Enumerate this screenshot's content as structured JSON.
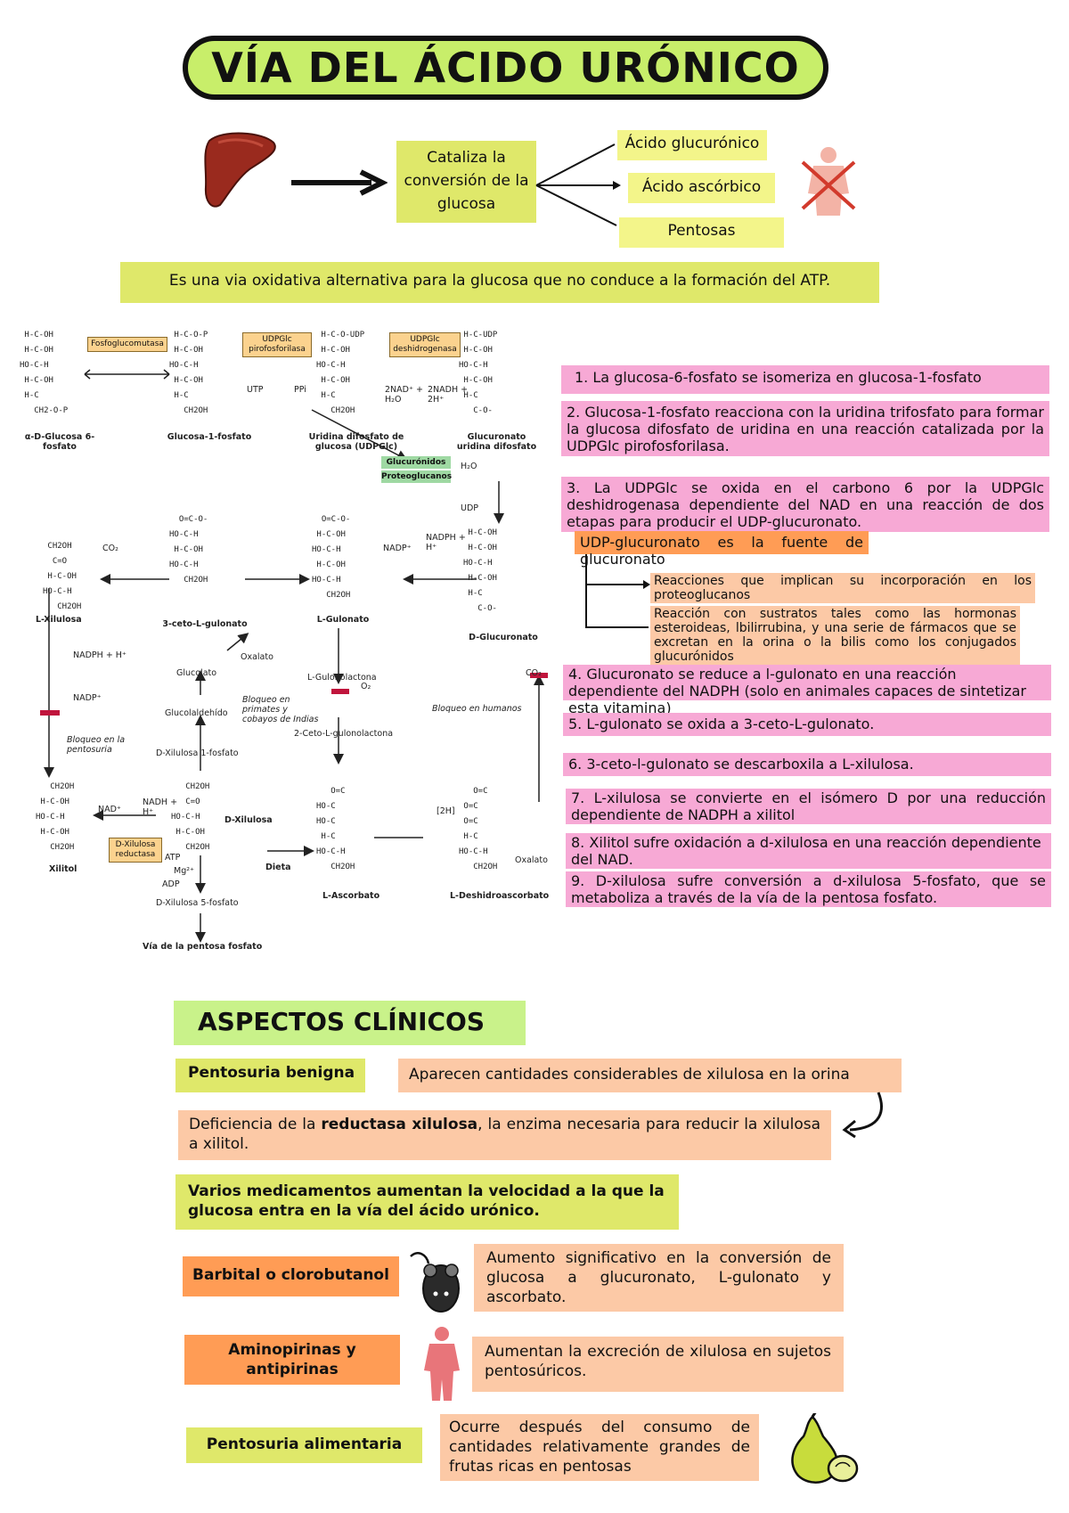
{
  "title": "VÍA DEL ÁCIDO URÓNICO",
  "intro": {
    "catalyzes": "Cataliza la conversión de la glucosa",
    "products": [
      "Ácido glucurónico",
      "Ácido ascórbico",
      "Pentosas"
    ],
    "summary": "Es una via oxidativa alternativa para la glucosa que no conduce a la formación del ATP."
  },
  "diagram": {
    "compounds": {
      "g6p": "α-D-Glucosa 6-fosfato",
      "g1p": "Glucosa-1-fosfato",
      "udpglc": "Uridina difosfato de glucosa (UDPGlc)",
      "glucuronato_udp": "Glucuronato uridina difosfato",
      "glucuronato": "D-Glucuronato",
      "gulonato": "L-Gulonato",
      "cetogulonato": "3-ceto-L-gulonato",
      "xilulosa_l": "L-Xilulosa",
      "xilitol": "Xilitol",
      "xilulosa_d": "D-Xilulosa",
      "xilulosa5p": "D-Xilulosa 5-fosfato",
      "pentosa": "Vía de la pentosa fosfato",
      "xilulosa1p": "D-Xilulosa 1-fosfato",
      "glucolaldehido": "Glucolaldehído",
      "glucolato": "Glucolato",
      "oxalato": "Oxalato",
      "gulonolactona": "L-Gulonolactona",
      "cetogulonolactona": "2-Ceto-L-gulonolactona",
      "ascorbato": "L-Ascorbato",
      "deshidroascorbato": "L-Deshidroascorbato",
      "oxalato2": "Oxalato",
      "dieta": "Dieta"
    },
    "enzymes": {
      "fosfoglucomutasa": "Fosfoglucomutasa",
      "pirofosforilasa": "UDPGlc pirofosforilasa",
      "deshidrogenasa": "UDPGlc deshidrogenasa",
      "reductasa": "D-Xilulosa reductasa"
    },
    "boxes": {
      "glucuronidos": "Glucurónidos",
      "proteoglucanos": "Proteoglucanos"
    },
    "cofactors": {
      "utp": "UTP",
      "ppi": "PPi",
      "nad2": "2NAD⁺ + H₂O",
      "nadh2": "2NADH + 2H⁺",
      "h2o": "H₂O",
      "udp": "UDP",
      "nadph": "NADPH + H⁺",
      "nadp": "NADP⁺",
      "co2": "CO₂",
      "atp": "ATP",
      "mg": "Mg²⁺",
      "adp": "ADP",
      "o2": "O₂",
      "sh": "[2H]",
      "nad": "NAD⁺",
      "nadh": "NADH + H⁺"
    },
    "blocks": {
      "primates": "Bloqueo en primates y cobayos de Indias",
      "humanos": "Bloqueo en humanos",
      "pentosuria": "Bloqueo en la pentosuria"
    }
  },
  "steps": [
    "1. La glucosa-6-fosfato se isomeriza en glucosa-1-fosfato",
    "2. Glucosa-1-fosfato reacciona con la uridina trifosfato para formar la glucosa difosfato de uridina en una reacción catalizada por la UDPGlc pirofosforilasa.",
    "3. La UDPGlc se oxida en el carbono 6 por la UDPGlc deshidrogenasa dependiente del NAD en una reacción de dos etapas para producir el UDP-glucuronato.",
    "4. Glucuronato se reduce a l-gulonato en una reacción dependiente del NADPH (solo en animales capaces de sintetizar esta vitamina)",
    "5. L-gulonato se oxida a 3-ceto-L-gulonato.",
    "6. 3-ceto-l-gulonato se descarboxila a L-xilulosa.",
    "7. L-xilulosa se convierte en el isómero D por una reducción dependiente de NADPH a xilitol",
    "8. Xilitol sufre oxidación a d-xilulosa en una reacción dependiente del NAD.",
    "9. D-xilulosa sufre conversión a d-xilulosa 5-fosfato, que se metaboliza a través de la vía de la pentosa fosfato."
  ],
  "udp_source": {
    "heading": "UDP-glucuronato es la fuente de glucuronato",
    "branches": [
      "Reacciones que implican su incorporación en los proteoglucanos",
      "Reacción con sustratos tales como las hormonas esteroideas, lbilirrubina, y una serie de fármacos que se excretan en la orina o la bilis como los conjugados glucurónidos"
    ]
  },
  "clinical": {
    "heading": "ASPECTOS CLÍNICOS",
    "pentosuria_benigna": "Pentosuria benigna",
    "pentosuria_desc": "Aparecen cantidades considerables de xilulosa en la orina",
    "deficiency_pre": "Deficiencia de la ",
    "deficiency_bold": "reductasa xilulosa",
    "deficiency_post": ", la enzima necesaria para reducir la xilulosa a xilitol.",
    "drugs": "Varios medicamentos aumentan la velocidad a la que la glucosa entra en la vía del ácido urónico.",
    "barbital": "Barbital o clorobutanol",
    "barbital_desc": "Aumento significativo en la conversión de glucosa a glucuronato, L-gulonato y ascorbato.",
    "aminopirinas": "Aminopirinas y antipirinas",
    "aminopirinas_desc": "Aumentan la excreción de xilulosa en sujetos pentosúricos.",
    "alimentaria": "Pentosuria alimentaria",
    "alimentaria_desc": "Ocurre después del consumo de cantidades relativamente grandes de frutas ricas en pentosas"
  },
  "icons": [
    "liver-icon",
    "human-crossed-icon",
    "mouse-icon",
    "human-icon",
    "pear-icon"
  ],
  "colors": {
    "title": "#c8ee6a",
    "yellow": "#f3f58a",
    "pink": "#f7a9d5",
    "orange": "#ff9c55",
    "peach": "#fcc9a6",
    "block": "#c0143c"
  }
}
